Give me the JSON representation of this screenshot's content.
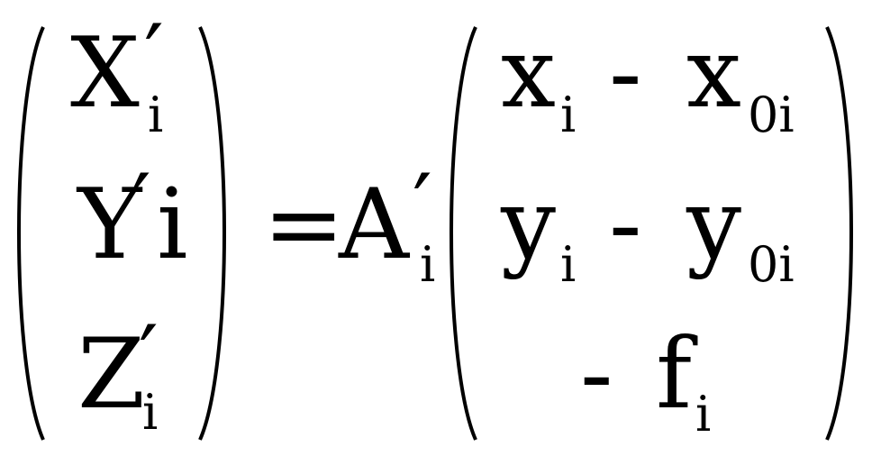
{
  "equation": {
    "lhs": {
      "row1": {
        "base": "X",
        "prime": "′",
        "sub": "i"
      },
      "row2": {
        "base": "Y",
        "prime": "′",
        "sub": "i"
      },
      "row3": {
        "base": "Z",
        "prime": "′",
        "sub": "i"
      }
    },
    "equals": "=",
    "matrix": {
      "base": "A",
      "prime": "′",
      "sub": "i"
    },
    "rhs": {
      "row1": {
        "a": "x",
        "a_sub": "i",
        "op": "-",
        "b": "x",
        "b_sub": "0i"
      },
      "row2": {
        "a": "y",
        "a_sub": "i",
        "op": "-",
        "b": "y",
        "b_sub": "0i"
      },
      "row3": {
        "op": "-",
        "a": "f",
        "a_sub": "i"
      }
    }
  }
}
